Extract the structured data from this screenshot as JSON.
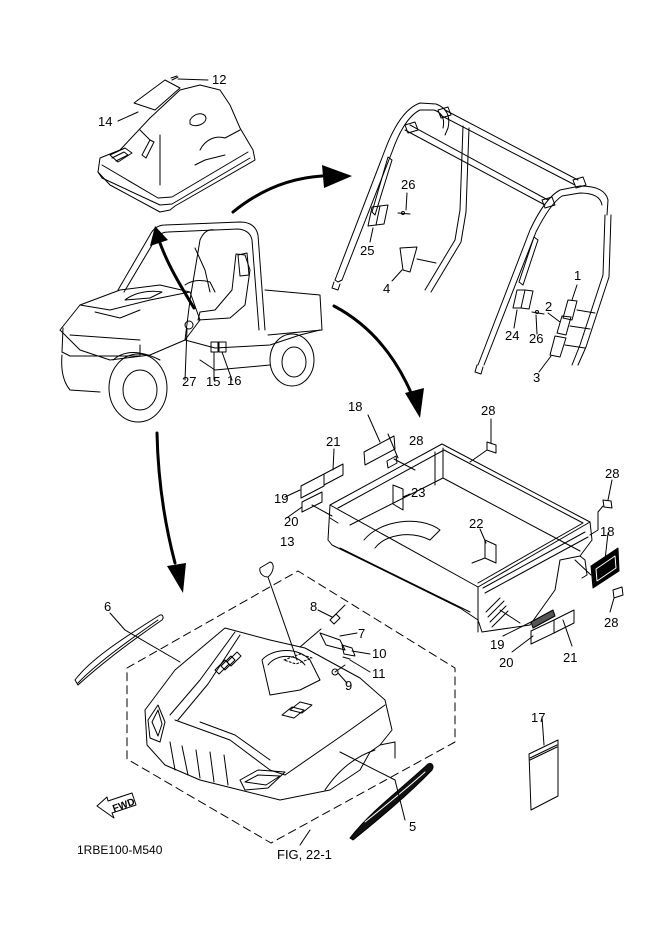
{
  "diagram": {
    "code": "1RBE100-M540",
    "figure_ref": "FIG, 22-1",
    "fwd_label": "FWD",
    "colors": {
      "line": "#000000",
      "background": "#ffffff"
    },
    "groups": {
      "seat_cover": [
        "12",
        "14"
      ],
      "roll_cage": [
        "1",
        "2",
        "3",
        "4",
        "24",
        "25",
        "26",
        "26"
      ],
      "vehicle": [
        "15",
        "16",
        "27"
      ],
      "cargo_bed": [
        "18",
        "18",
        "19",
        "20",
        "21",
        "21",
        "22",
        "23",
        "28",
        "28",
        "28",
        "28"
      ],
      "front_hood": [
        "5",
        "6",
        "7",
        "8",
        "9",
        "10",
        "11",
        "13"
      ],
      "loose": [
        "17"
      ]
    },
    "callouts": {
      "c12": "12",
      "c14": "14",
      "c26a": "26",
      "c25": "25",
      "c4": "4",
      "c1": "1",
      "c2": "2",
      "c24": "24",
      "c26b": "26",
      "c3": "3",
      "c27": "27",
      "c15": "15",
      "c16": "16",
      "c18a": "18",
      "c28a": "28",
      "c28b": "28",
      "c21a": "21",
      "c19a": "19",
      "c20a": "20",
      "c23": "23",
      "c22": "22",
      "c28c": "28",
      "c18b": "18",
      "c28d": "28",
      "c19b": "19",
      "c20b": "20",
      "c21b": "21",
      "c13": "13",
      "c6": "6",
      "c8": "8",
      "c7": "7",
      "c10": "10",
      "c11": "11",
      "c9": "9",
      "c5": "5",
      "c17": "17"
    }
  }
}
